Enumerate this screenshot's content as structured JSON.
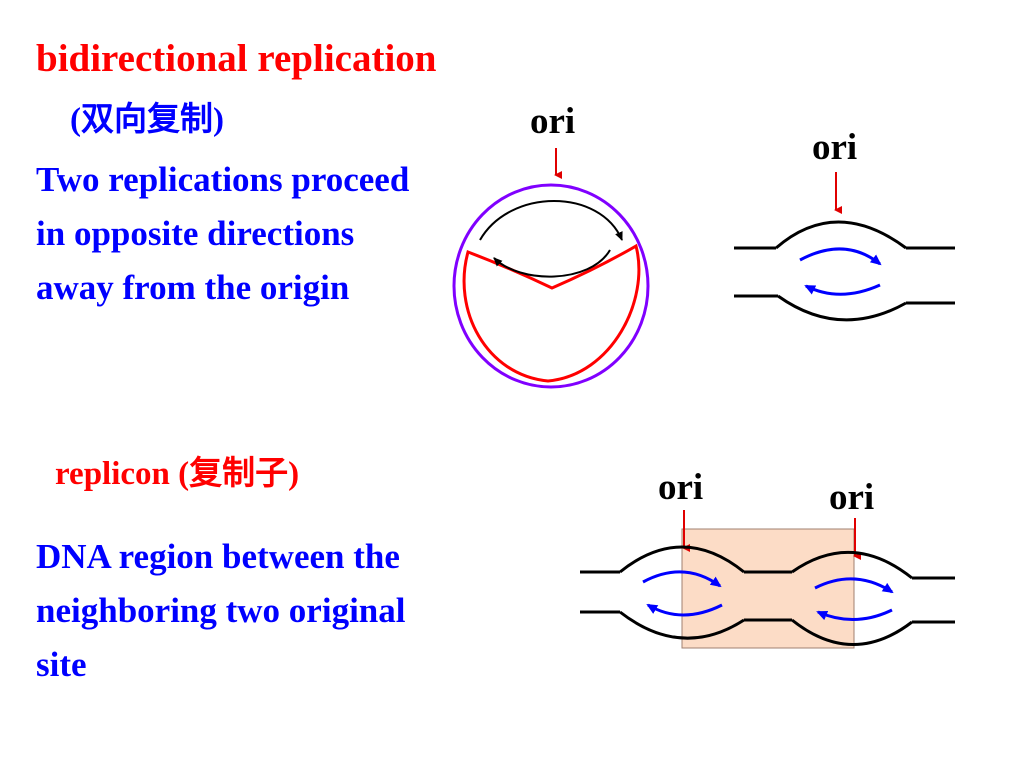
{
  "heading": {
    "title": "bidirectional replication",
    "title_zh": "(双向复制)"
  },
  "description1": "Two replications proceed in opposite directions away from the origin",
  "replicon": {
    "term": "replicon",
    "term_zh": "(复制子)"
  },
  "description2": "DNA region between the neighboring two original site",
  "labels": {
    "ori_circle": "ori",
    "ori_bubble": "ori",
    "ori_left": "ori",
    "ori_right": "ori"
  },
  "colors": {
    "title": "#ff0000",
    "body_text": "#0000ff",
    "plasmid": "#8000ff",
    "new_strand": "#0000ff",
    "replicon_fill": "#fcdcc6",
    "arrow": "#e00000"
  }
}
